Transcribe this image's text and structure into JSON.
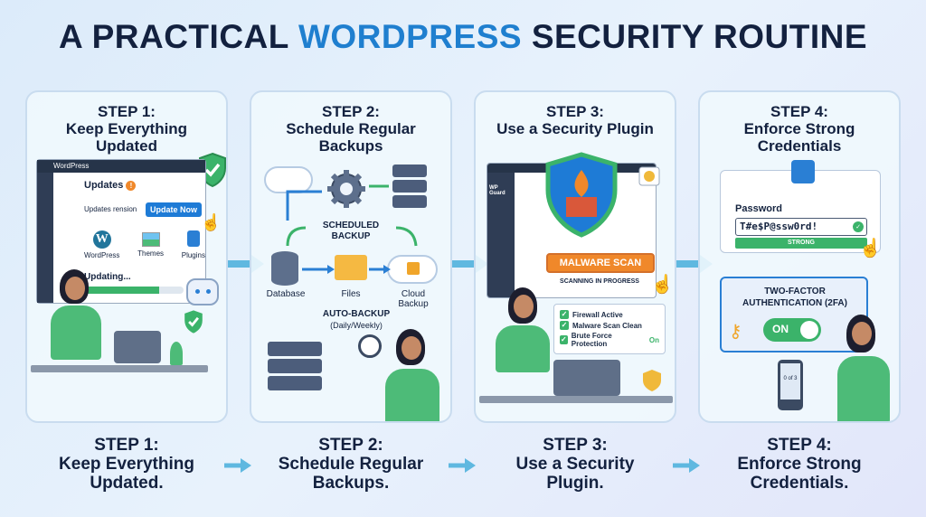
{
  "title": {
    "part1": "A PRACTICAL ",
    "part2": "WORDPRESS",
    "part3": " SECURITY ROUTINE"
  },
  "colors": {
    "accent": "#1f7fcf",
    "green": "#3bb36a",
    "orange": "#f0882a",
    "dark": "#13213f"
  },
  "panels": [
    {
      "step": "STEP 1:",
      "heading": "Keep Everything Updated",
      "wp_title": "WordPress",
      "updates_label": "Updates",
      "updates_badge": "!",
      "updates_version": "Updates rension",
      "update_now": "Update Now",
      "items": [
        "WordPress",
        "Themes",
        "Plugins"
      ],
      "updating": "Updating...",
      "progress": 0.75,
      "plus": "+"
    },
    {
      "step": "STEP 2:",
      "heading": "Schedule Regular Backups",
      "scheduled": "SCHEDULED BACKUP",
      "database": "Database",
      "files": "Files",
      "cloud": "Cloud Backup",
      "auto": "AUTO-BACKUP",
      "auto_sub": "(Daily/Weekly)"
    },
    {
      "step": "STEP 3:",
      "heading": "Use a Security Plugin",
      "plugin_name": "WP Guard",
      "malware_btn": "MALWARE SCAN",
      "scanning": "SCANNING IN PROGRESS",
      "checks": [
        "Firewall Active",
        "Malware Scan Clean",
        "Brute Force Protection"
      ],
      "on_text": "On"
    },
    {
      "step": "STEP 4:",
      "heading": "Enforce Strong Credentials",
      "password_label": "Password",
      "password_value": "T#e$P@ssw0rd!",
      "strength": "STRONG",
      "twofa": "TWO-FACTOR AUTHENTICATION (2FA)",
      "toggle": "ON",
      "phone_code": "0 of 3"
    }
  ],
  "bottom": [
    {
      "step": "STEP 1:",
      "line1": "Keep Everything",
      "line2": "Updated."
    },
    {
      "step": "STEP 2:",
      "line1": "Schedule Regular",
      "line2": "Backups."
    },
    {
      "step": "STEP 3:",
      "line1": "Use a Security",
      "line2": "Plugin."
    },
    {
      "step": "STEP 4:",
      "line1": "Enforce Strong",
      "line2": "Credentials."
    }
  ],
  "icons": [
    "shield-check-icon",
    "refresh-icon",
    "gear-icon",
    "server-icon",
    "cloud-icon",
    "folder-icon",
    "clock-icon",
    "lock-icon",
    "key-icon",
    "phone-icon",
    "firewall-shield-icon",
    "badge-icon",
    "cursor-hand-icon",
    "robot-icon"
  ]
}
